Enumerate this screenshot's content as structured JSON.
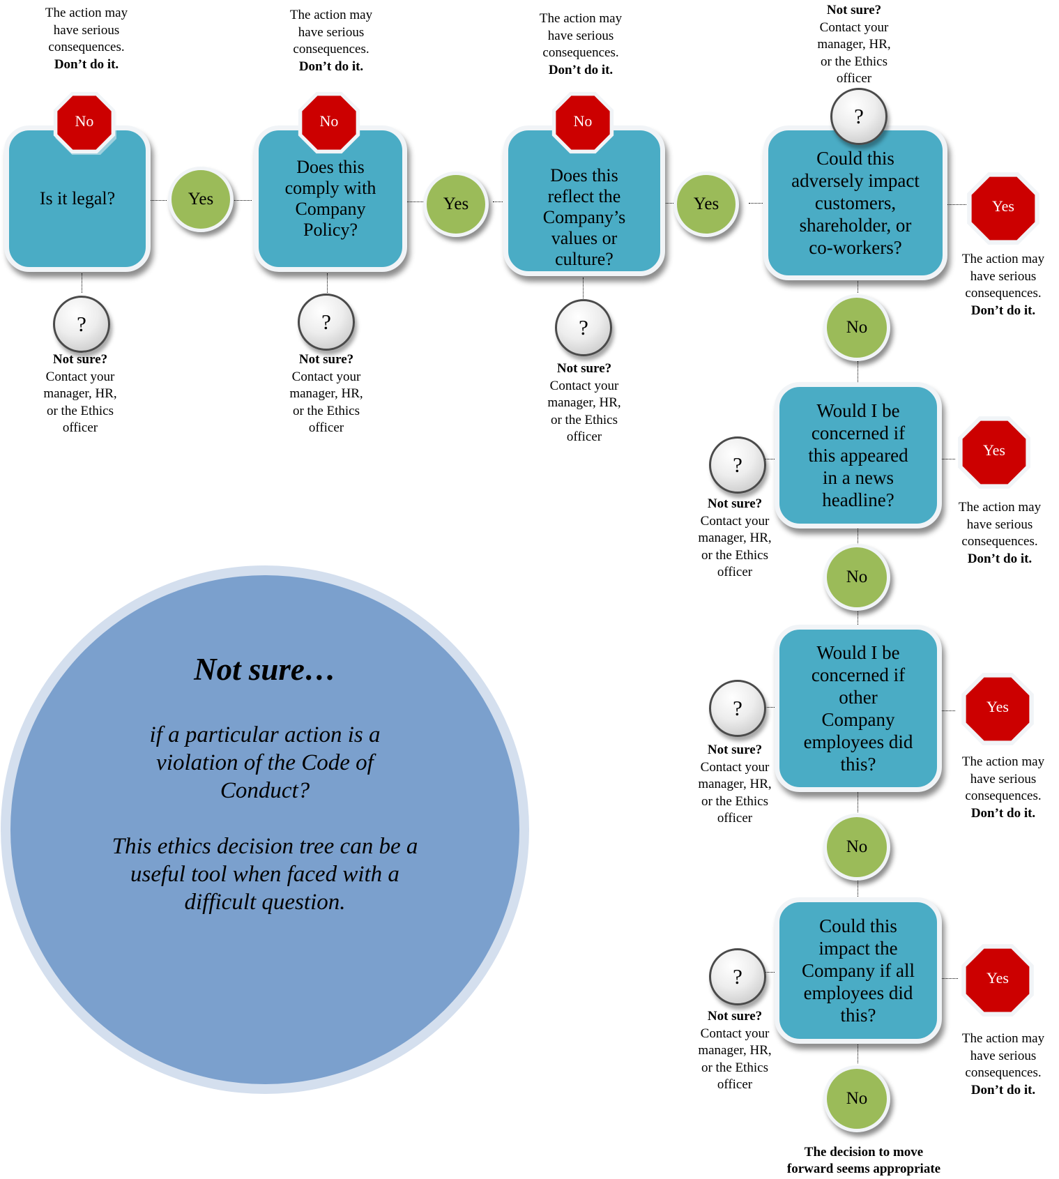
{
  "questions": {
    "q1": [
      "Is it legal?"
    ],
    "q2": [
      "Does this",
      "comply with",
      "Company",
      "Policy?"
    ],
    "q3": [
      "Does this",
      "reflect the",
      "Company’s",
      "values or",
      "culture?"
    ],
    "q4": [
      "Could this",
      "adversely impact",
      "customers,",
      "shareholder, or",
      "co-workers?"
    ],
    "q5": [
      "Would I be",
      "concerned if",
      "this appeared",
      "in a news",
      "headline?"
    ],
    "q6": [
      "Would I be",
      "concerned if",
      "other",
      "Company",
      "employees did",
      "this?"
    ],
    "q7": [
      "Could this",
      "impact the",
      "Company if all",
      "employees did",
      "this?"
    ]
  },
  "labels": {
    "yes": "Yes",
    "no": "No",
    "question_mark": "?"
  },
  "stop_note": {
    "lines": [
      "The action may",
      "have serious",
      "consequences."
    ],
    "bold": "Don’t do it."
  },
  "unsure_note": {
    "bold": "Not sure?",
    "lines": [
      "Contact your",
      "manager, HR,",
      "or the Ethics",
      "officer"
    ]
  },
  "circle": {
    "title": "Not sure…",
    "line1": "if a particular action is a",
    "line2": "violation of the Code of",
    "line3": "Conduct?",
    "line4": "This ethics decision tree can be a",
    "line5": "useful tool when faced with a",
    "line6": "difficult question."
  },
  "final": {
    "line1": "The decision to move",
    "line2": "forward seems appropriate"
  },
  "colors": {
    "question_box": "#4aacc5",
    "yes_no_circle": "#9bbb59",
    "stop_sign": "#cc0000",
    "info_circle": "#7ba0cd",
    "info_circle_ring": "#d4dfee"
  }
}
